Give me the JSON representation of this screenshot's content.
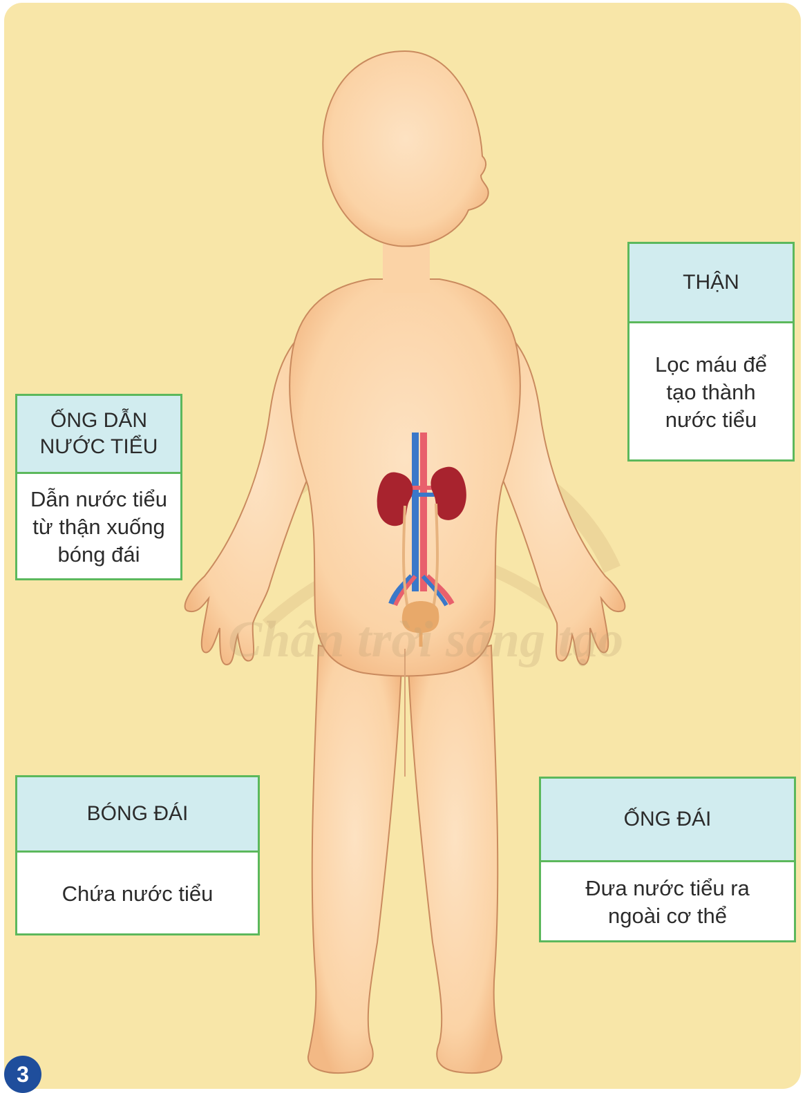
{
  "badge": "3",
  "watermark": "Chân trời sáng tạo",
  "colors": {
    "background": "#f8e6a8",
    "skin": "#fbd6ac",
    "skin_outline": "#c98a5e",
    "card_border": "#5cb85c",
    "card_header": "#d1ecef",
    "kidney": "#a8232e",
    "vein": "#3a78c9",
    "artery": "#e8606c",
    "bladder": "#e8a96a",
    "badge": "#1f4e9c"
  },
  "cards": {
    "than": {
      "title": "THẬN",
      "text": [
        "Lọc máu để",
        "tạo thành",
        "nước tiểu"
      ]
    },
    "ong_dan": {
      "title": [
        "ỐNG DẪN",
        "NƯỚC TIỂU"
      ],
      "text": [
        "Dẫn nước tiểu",
        "từ thận xuống",
        "bóng đái"
      ]
    },
    "bong_dai": {
      "title": "BÓNG ĐÁI",
      "text": [
        "Chứa nước tiểu"
      ]
    },
    "ong_dai": {
      "title": "ỐNG ĐÁI",
      "text": [
        "Đưa nước tiểu ra",
        "ngoài cơ thể"
      ]
    }
  }
}
